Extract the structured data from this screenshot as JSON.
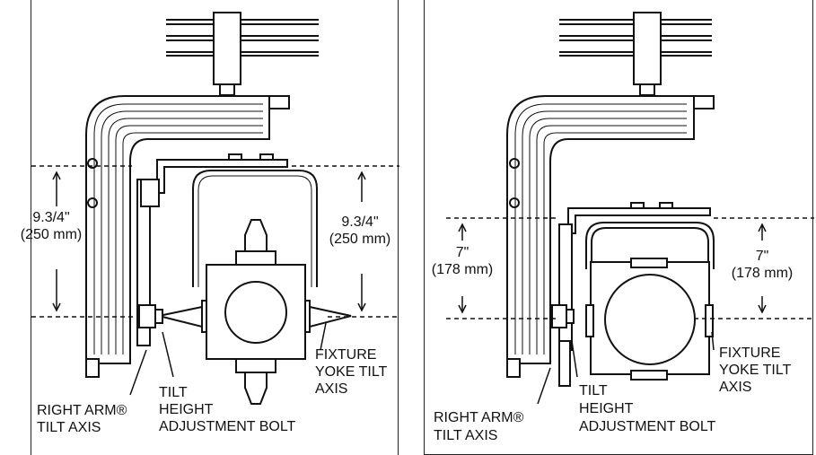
{
  "panels": [
    {
      "dimension_line1": "9.3/4\"",
      "dimension_line2": "(250 mm)",
      "dimension_right_line1": "9.3/4\"",
      "dimension_right_line2": "(250 mm)",
      "right_arm_label_line1": "RIGHT ARM®",
      "right_arm_label_line2": "TILT AXIS",
      "tilt_label_line1": "TILT",
      "tilt_label_line2": "HEIGHT",
      "tilt_label_line3": "ADJUSTMENT BOLT",
      "fixture_label_line1": "FIXTURE",
      "fixture_label_line2": "YOKE TILT",
      "fixture_label_line3": "AXIS"
    },
    {
      "dimension_line1": "7\"",
      "dimension_line2": "(178 mm)",
      "dimension_right_line1": "7\"",
      "dimension_right_line2": "(178 mm)",
      "right_arm_label_line1": "RIGHT ARM®",
      "right_arm_label_line2": "TILT AXIS",
      "tilt_label_line1": "TILT",
      "tilt_label_line2": "HEIGHT",
      "tilt_label_line3": "ADJUSTMENT BOLT",
      "fixture_label_line1": "FIXTURE",
      "fixture_label_line2": "YOKE TILT",
      "fixture_label_line3": "AXIS"
    }
  ]
}
